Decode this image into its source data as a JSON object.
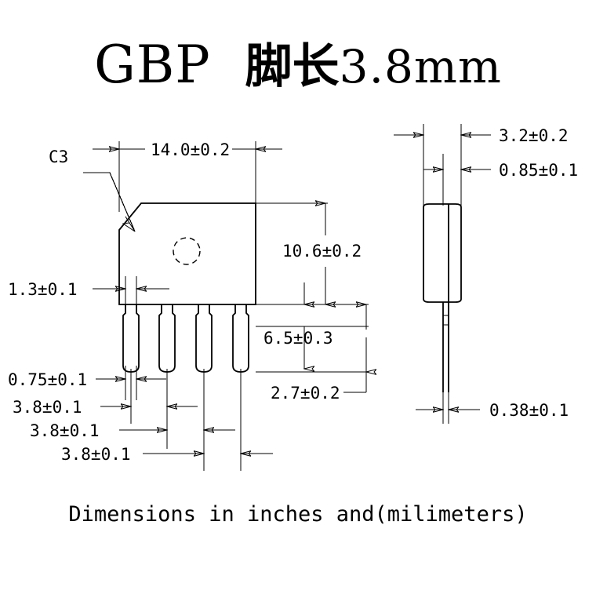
{
  "title": {
    "part_code": "GBP",
    "cjk_text": "脚长",
    "lead_length": "3.8mm"
  },
  "caption": "Dimensions in inches and(milimeters)",
  "front_view": {
    "chamfer_label": "C3",
    "width_label": "14.0±0.2",
    "body_height_label": "10.6±0.2",
    "shoulder_label": "1.3±0.1",
    "lead_width_label": "0.75±0.1",
    "pitch_1_label": "3.8±0.1",
    "pitch_2_label": "3.8±0.1",
    "pitch_3_label": "3.8±0.1",
    "lead_length_label": "6.5±0.3",
    "seating_label": "2.7±0.2"
  },
  "side_view": {
    "thickness_label": "3.2±0.2",
    "offset_label": "0.85±0.1",
    "lead_thickness_label": "0.38±0.1"
  },
  "colors": {
    "ink": "#000000",
    "background": "#ffffff"
  }
}
